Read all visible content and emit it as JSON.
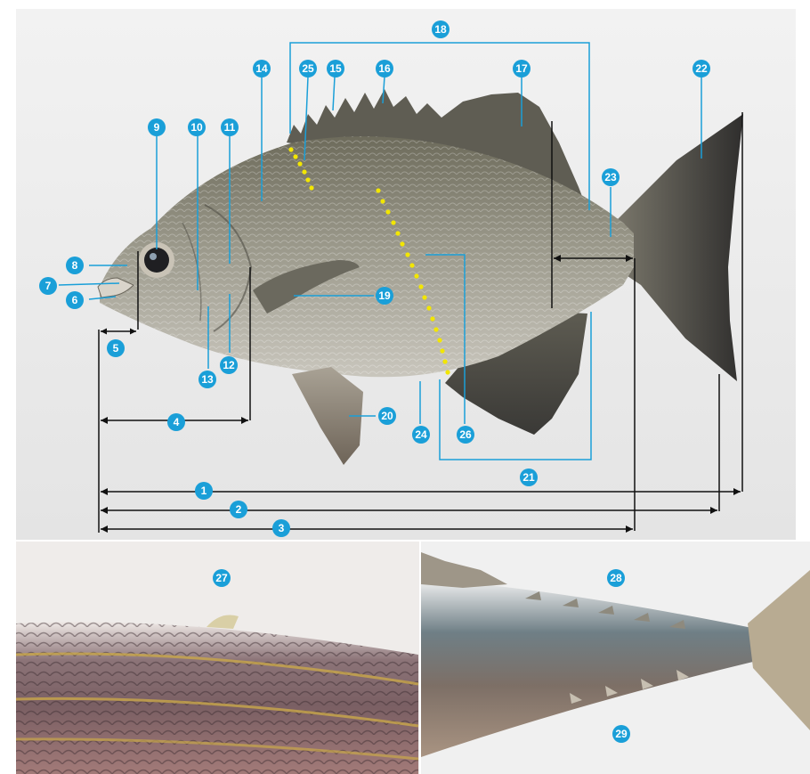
{
  "colors": {
    "callout": "#1a9fd8",
    "measure": "#111111",
    "lateral_line": "#f2e600",
    "background": "#ededed"
  },
  "callouts": [
    {
      "id": "c1",
      "label": "1"
    },
    {
      "id": "c2",
      "label": "2"
    },
    {
      "id": "c3",
      "label": "3"
    },
    {
      "id": "c4",
      "label": "4"
    },
    {
      "id": "c5",
      "label": "5"
    },
    {
      "id": "c6",
      "label": "6"
    },
    {
      "id": "c7",
      "label": "7"
    },
    {
      "id": "c8",
      "label": "8"
    },
    {
      "id": "c9",
      "label": "9"
    },
    {
      "id": "c10",
      "label": "10"
    },
    {
      "id": "c11",
      "label": "11"
    },
    {
      "id": "c12",
      "label": "12"
    },
    {
      "id": "c13",
      "label": "13"
    },
    {
      "id": "c14",
      "label": "14"
    },
    {
      "id": "c15",
      "label": "15"
    },
    {
      "id": "c16",
      "label": "16"
    },
    {
      "id": "c17",
      "label": "17"
    },
    {
      "id": "c18",
      "label": "18"
    },
    {
      "id": "c19",
      "label": "19"
    },
    {
      "id": "c20",
      "label": "20"
    },
    {
      "id": "c21",
      "label": "21"
    },
    {
      "id": "c22",
      "label": "22"
    },
    {
      "id": "c23",
      "label": "23"
    },
    {
      "id": "c24",
      "label": "24"
    },
    {
      "id": "c25",
      "label": "25"
    },
    {
      "id": "c26",
      "label": "26"
    },
    {
      "id": "c27",
      "label": "27"
    },
    {
      "id": "c28",
      "label": "28"
    },
    {
      "id": "c29",
      "label": "29"
    }
  ]
}
